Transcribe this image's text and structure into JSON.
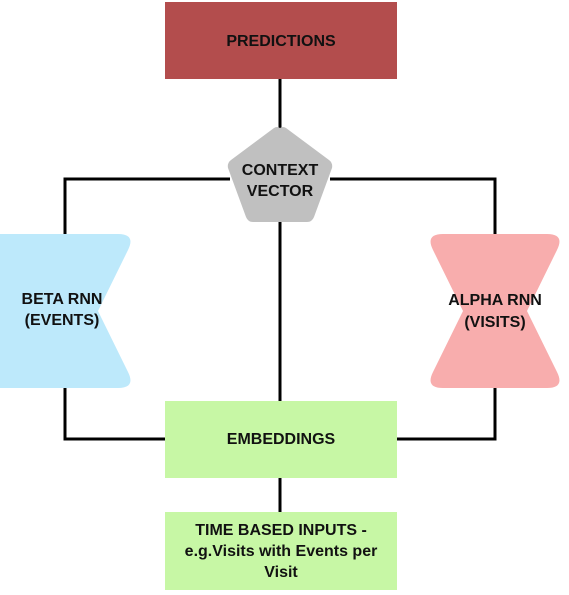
{
  "nodes": {
    "predictions": {
      "label": "PREDICTIONS",
      "color": "#b34d4d"
    },
    "context_vector": {
      "lines": [
        "CONTEXT",
        "VECTOR"
      ],
      "color": "#c0c0c0"
    },
    "beta_rnn": {
      "lines": [
        "BETA RNN",
        "(EVENTS)"
      ],
      "color": "#bde9fb"
    },
    "alpha_rnn": {
      "lines": [
        "ALPHA RNN",
        "(VISITS)"
      ],
      "color": "#f8adad"
    },
    "embeddings": {
      "label": "EMBEDDINGS",
      "color": "#c7f7a5"
    },
    "time_inputs": {
      "lines": [
        "TIME BASED INPUTS -",
        "e.g.Visits with Events per",
        "Visit"
      ],
      "color": "#c7f7a5"
    }
  },
  "connector_color": "#000000"
}
